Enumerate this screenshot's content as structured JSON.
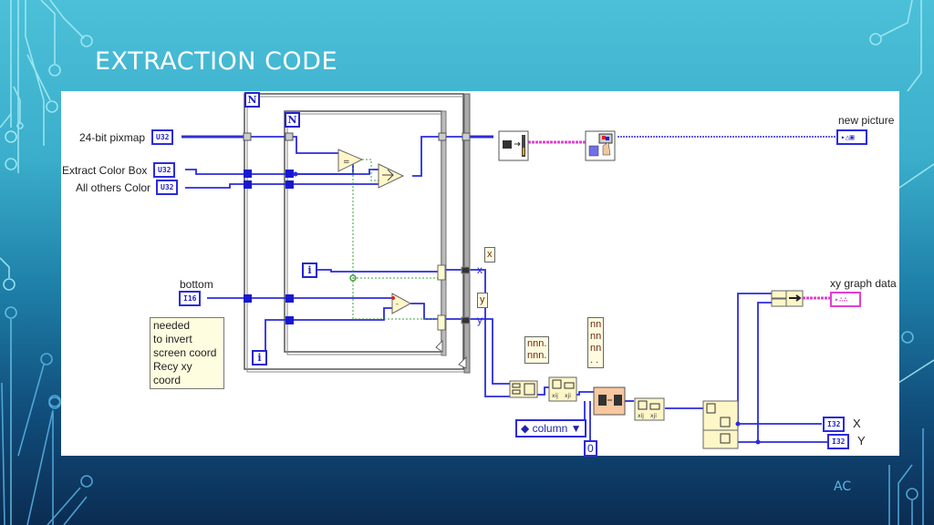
{
  "slide": {
    "title": "EXTRACTION CODE",
    "footer": "AC"
  },
  "diagram": {
    "inputs": [
      {
        "label": "24-bit pixmap",
        "type": "U32",
        "kind": "array-control"
      },
      {
        "label": "Extract  Color Box",
        "type": "U32",
        "kind": "numeric-control"
      },
      {
        "label": "All others Color",
        "type": "U32",
        "kind": "numeric-control"
      },
      {
        "label": "bottom",
        "type": "I16",
        "kind": "numeric-control"
      }
    ],
    "outputs": [
      {
        "label": "new picture",
        "kind": "picture-indicator"
      },
      {
        "label": "xy graph data",
        "kind": "cluster-indicator"
      },
      {
        "label": "X",
        "type": "I32",
        "kind": "array-indicator"
      },
      {
        "label": "Y",
        "type": "I32",
        "kind": "array-indicator"
      }
    ],
    "loops": {
      "outer_count_label": "N",
      "inner_count_label": "N",
      "iteration_label": "i"
    },
    "comment": [
      "needed",
      "to invert",
      "screen coord",
      "Recy xy coord"
    ],
    "tunnel_labels": {
      "x": "x",
      "y": "y"
    },
    "constants": {
      "x_label_const": "x",
      "y_label_const": "y",
      "format_const": [
        "nnn.",
        "nnn."
      ],
      "string_array_const": [
        "nn",
        "nn",
        "nn",
        ". ."
      ],
      "enum_value": "column",
      "index_value": "0"
    },
    "functions": [
      "Equal?",
      "Select",
      "Subtract",
      "Flatten Pixmap",
      "Draw Flattened Pixmap",
      "Build Array",
      "Transpose 2D Array",
      "Delete From Array",
      "Transpose 2D Array",
      "Index Array",
      "Bundle"
    ],
    "wire_colors": {
      "numeric": "#2b2bdd",
      "picture": "#e040d0",
      "boolean": "#3ca03c"
    }
  }
}
